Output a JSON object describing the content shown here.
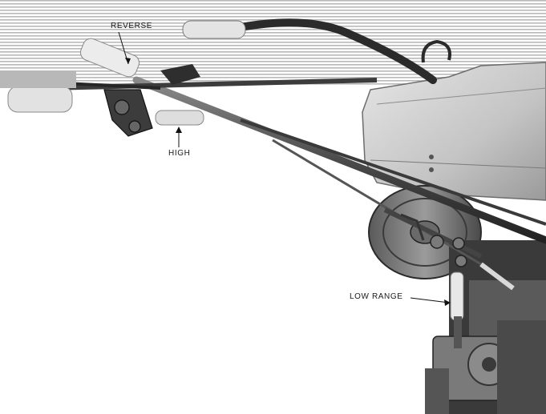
{
  "callouts": {
    "reverse": "REVERSE",
    "high": "HIGH",
    "low_range": "LOW RANGE"
  },
  "colors": {
    "background": "#ffffff",
    "metal_light": "#d2d2d2",
    "metal_mid": "#8c8c8c",
    "metal_dark": "#2e2e2e",
    "grip": "#dedede"
  }
}
